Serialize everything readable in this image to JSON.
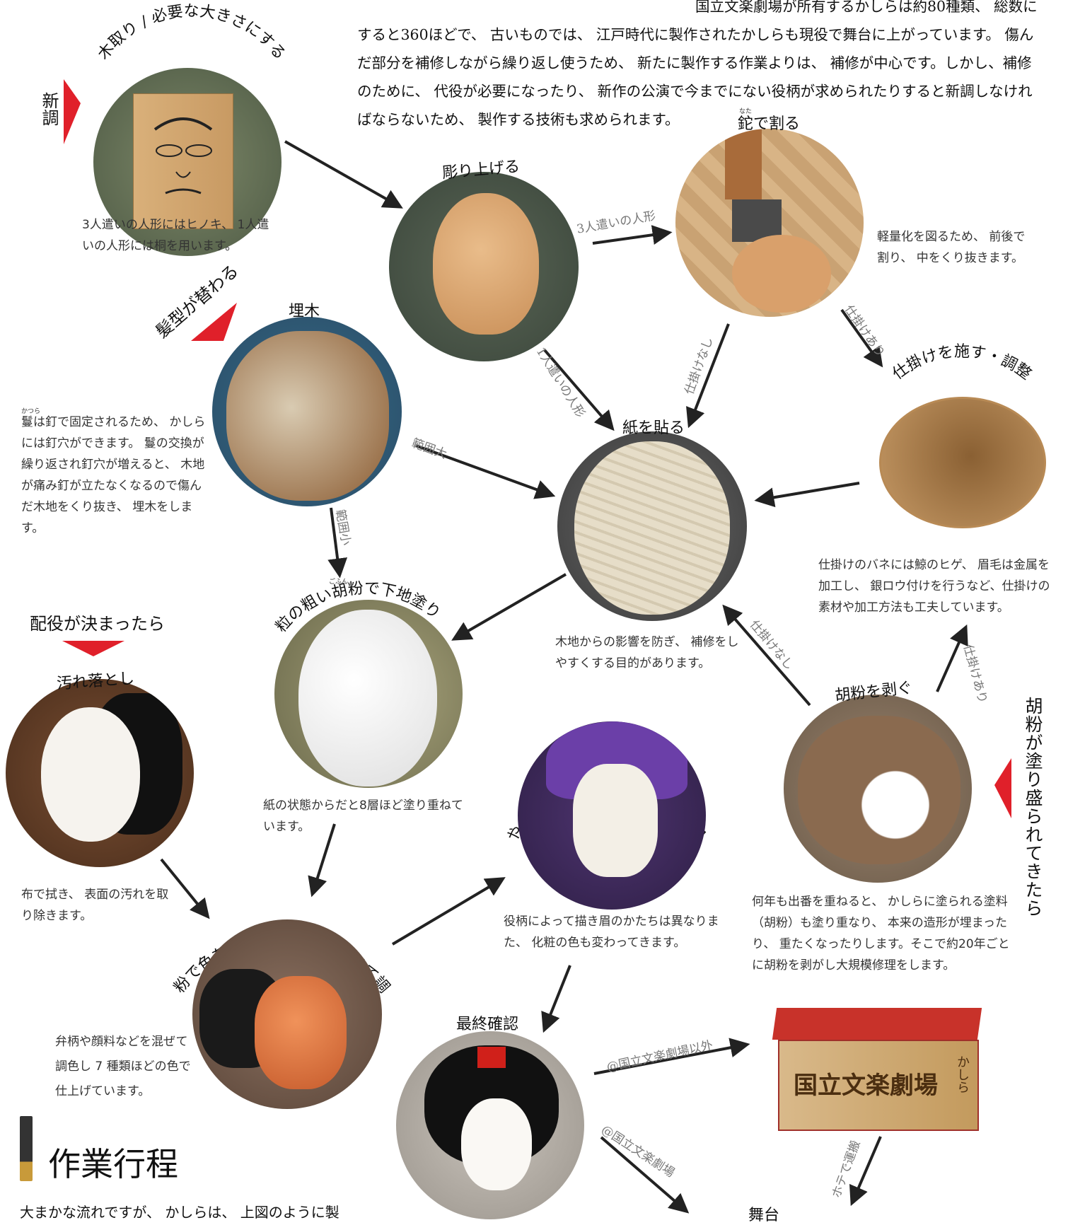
{
  "intro": {
    "line1": "国立文楽劇場が所有するかしらは約80種類、 総数に",
    "line2": "すると360ほどで、 古いものでは、 江戸時代に製作されたかしらも現役で舞台に上がっています。 傷ん",
    "line3": "だ部分を補修しながら繰り返し使うため、 新たに製作する作業よりは、 補修が中心です。しかし、補修",
    "line4": "のために、 代役が必要になったり、 新作の公演で今までにない役柄が求められたりすると新調しなけれ",
    "line5": "ばならないため、 製作する技術も求められます。"
  },
  "markers": {
    "shincho": "新調",
    "kamigata": "髪型が替わる",
    "haiyaku": "配役が決まったら",
    "gofun": "胡粉が塗り盛られてきたら"
  },
  "steps": {
    "kidori": {
      "title": "木取り / 必要な大きさにする",
      "caption": "3人遣いの人形にはヒノキ、 1人遣いの人形には桐を用います。"
    },
    "horiage": {
      "title": "彫り上げる"
    },
    "nata": {
      "title": "鉈で割る",
      "ruby": "なた",
      "caption": "軽量化を図るため、 前後で割り、 中をくり抜きます。"
    },
    "umeki": {
      "title": "埋木",
      "caption_ruby": "かつら",
      "caption": "鬘は釘で固定されるため、 かしらには釘穴ができます。 鬘の交換が繰り返され釘穴が増えると、 木地が痛み釘が立たなくなるので傷んだ木地をくり抜き、 埋木をします。"
    },
    "shikake": {
      "title": "仕掛けを施す・調整",
      "caption": "仕掛けのバネには鯨のヒゲ、 眉毛は金属を加工し、 銀ロウ付けを行うなど、仕掛けの素材や加工方法も工夫しています。"
    },
    "kami": {
      "title": "紙を貼る",
      "caption": "木地からの影響を防ぎ、 補修をしやすくする目的があります。"
    },
    "shitaji": {
      "title": "粒の粗い胡粉で下地塗り",
      "ruby": "ごふん",
      "caption": "紙の状態からだと8層ほど塗り重ねています。"
    },
    "yogore": {
      "title": "汚れ落とし",
      "caption": "布で拭き、 表面の汚れを取り除きます。"
    },
    "hagu": {
      "title": "胡粉を剥ぐ",
      "caption": "何年も出番を重ねると、 かしらに塗られる塗料（胡粉）も塗り重なり、 本来の造形が埋まったり、 重たくなったりします。そこで約20年ごとに胡粉を剥がし大規模修理をします。"
    },
    "kesho": {
      "title": "化粧 / 目元や口元に影を入れる、 筆で眉などを描く",
      "caption": "役柄によって描き眉のかたちは異なりまた、 化粧の色も変わってきます。"
    },
    "iro": {
      "title": "胡粉で色を塗る / 役柄に合わせて調色",
      "caption": "弁柄や顔料などを混ぜて調色し 7 種類ほどの色で仕上げています。"
    },
    "saishu": {
      "title": "最終確認"
    },
    "butai": {
      "title": "舞台"
    }
  },
  "edges": {
    "sannin": "3人遣いの人形",
    "hitori": "1人遣いの人形",
    "shikake_nashi": "仕掛けなし",
    "shikake_ari": "仕掛けあり",
    "hani_dai": "範囲大",
    "hani_sho": "範囲小",
    "shikake_nashi2": "仕掛けなし",
    "shikake_ari2": "仕掛けあり",
    "igai": "@国立文楽劇場以外",
    "gekijo": "@国立文楽劇場",
    "hote": "ホテで運搬"
  },
  "box": {
    "label1": "国立文楽劇場",
    "label2": "かしら"
  },
  "section": {
    "heading": "作業行程",
    "body": "大まかな流れですが、 かしらは、 上図のように製"
  },
  "colors": {
    "accent_red": "#e0202a",
    "arrow": "#222222"
  }
}
